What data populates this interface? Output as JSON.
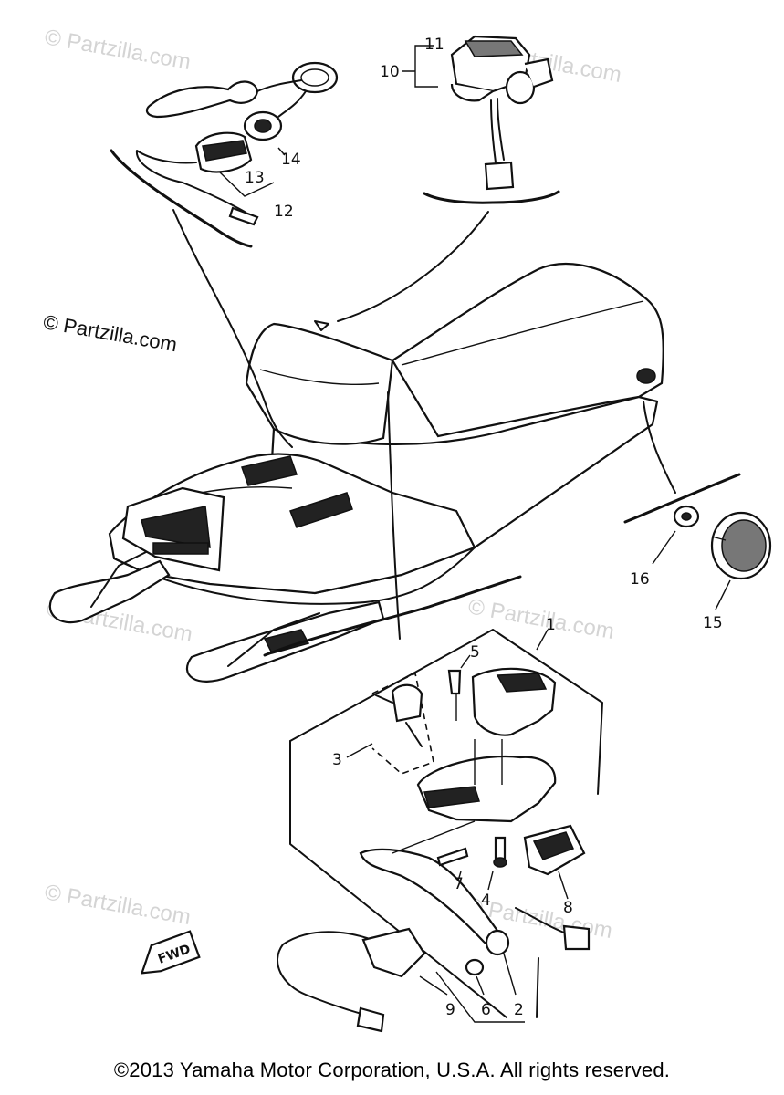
{
  "watermarks": {
    "partzilla": "© Partzilla.com"
  },
  "copyright": "©2013  Yamaha Motor Corporation, U.S.A. All rights reserved.",
  "fwd_label": "FWD",
  "callouts": {
    "c1": "1",
    "c2": "2",
    "c3": "3",
    "c4": "4",
    "c5": "5",
    "c6": "6",
    "c7": "7",
    "c8": "8",
    "c9": "9",
    "c10": "10",
    "c11": "11",
    "c12": "12",
    "c13": "13",
    "c14": "14",
    "c15": "15",
    "c16": "16"
  }
}
